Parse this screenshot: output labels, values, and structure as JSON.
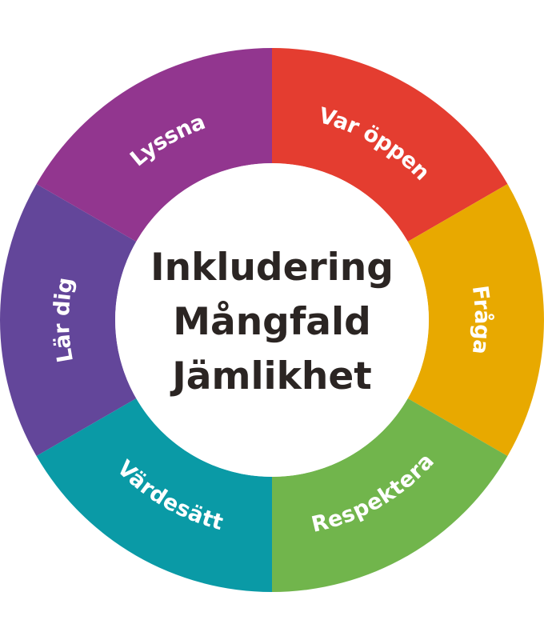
{
  "center": {
    "lines": [
      "Inkludering",
      "Mångfald",
      "Jämlikhet"
    ]
  },
  "segments": [
    {
      "id": "var-oppen",
      "label": "Var öppen",
      "color": "#e43d30"
    },
    {
      "id": "fraga",
      "label": "Fråga",
      "color": "#e8a900"
    },
    {
      "id": "respektera",
      "label": "Respektera",
      "color": "#71b54c"
    },
    {
      "id": "vardesatt",
      "label": "Värdesätt",
      "color": "#0a9aa6"
    },
    {
      "id": "lar-dig",
      "label": "Lär dig",
      "color": "#63469a"
    },
    {
      "id": "lyssna",
      "label": "Lyssna",
      "color": "#92368f"
    }
  ]
}
